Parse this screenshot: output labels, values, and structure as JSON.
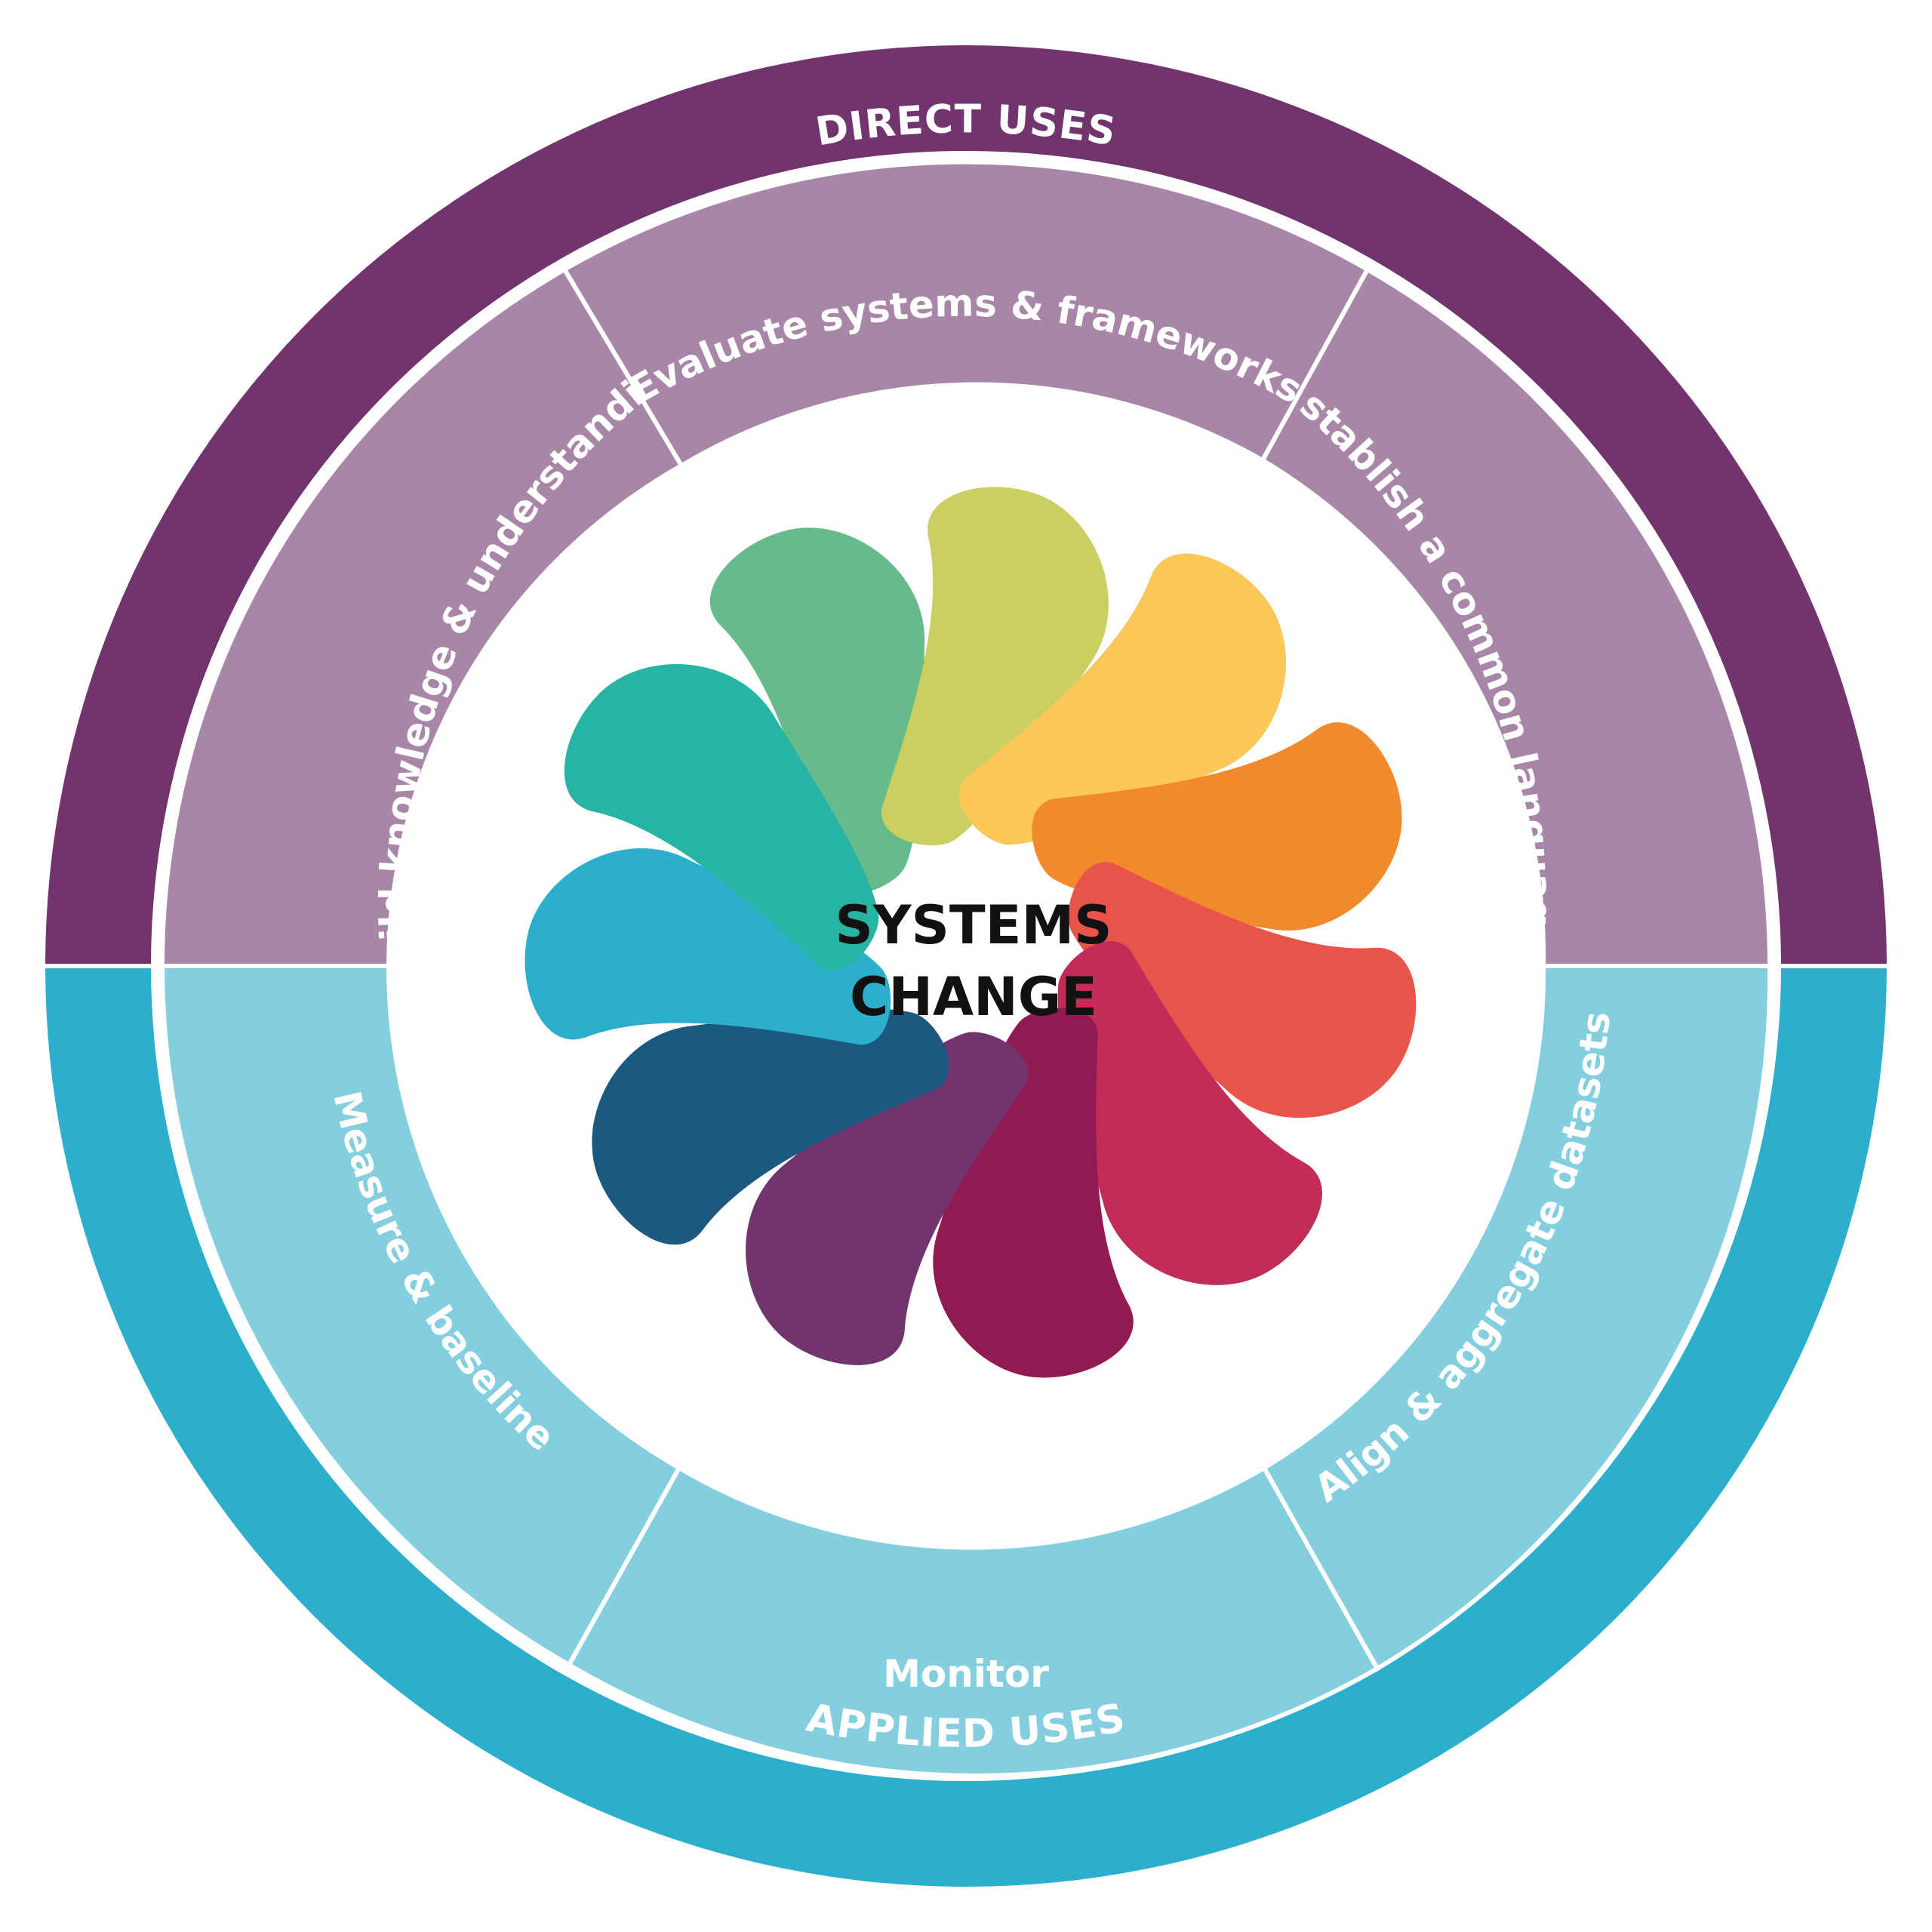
{
  "center": {
    "line1": "SYSTEMS",
    "line2": "CHANGE"
  },
  "outer_ring": {
    "top_label": "DIRECT USES",
    "bottom_label": "APPLIED USES"
  },
  "segments": {
    "build": "Build knowledge & understanding",
    "evaluate": "Evaluate systems & frameworks",
    "establish": "Establish a common language",
    "measure": "Measure & baseline",
    "monitor": "Monitor",
    "align": "Align & aggregate datasets"
  },
  "colors": {
    "direct_outer": "#71346f",
    "direct_inner": "#a886a8",
    "applied_outer": "#2cafcc",
    "applied_inner": "#83cfdf",
    "petals": [
      "#66bb8b",
      "#c9cf63",
      "#fbc758",
      "#f1892d",
      "#e8544a",
      "#c12d56",
      "#921a52",
      "#71346f",
      "#1c5880",
      "#2cafcc",
      "#28b4a2"
    ]
  }
}
